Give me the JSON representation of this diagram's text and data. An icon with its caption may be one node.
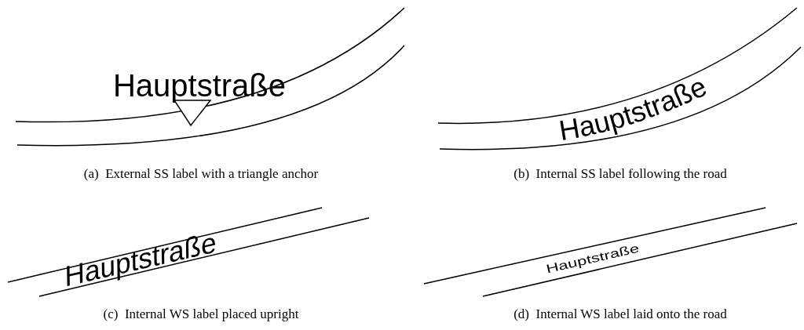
{
  "diagram": {
    "labels": [
      "Hauptstraße",
      "Hauptstraße",
      "(a)  External SS label with a triangle anchor",
      "(b)  Internal SS label following the road",
      "Hauptstraße",
      "Hauptstraße",
      "(c)  Internal WS label placed upright",
      "(d)  Internal WS label laid onto the road"
    ]
  }
}
